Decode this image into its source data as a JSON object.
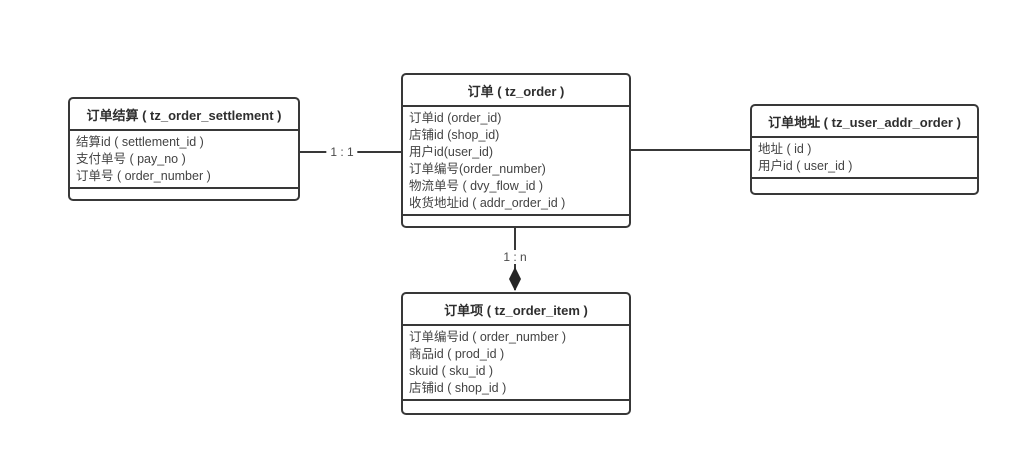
{
  "diagram": {
    "type": "er-diagram",
    "colors": {
      "line": "#383838",
      "text": "#3d3d3d",
      "background": "#ffffff"
    },
    "entities": {
      "settlement": {
        "title": "订单结算 ( tz_order_settlement )",
        "fields": [
          "结算id ( settlement_id )",
          "支付单号 ( pay_no )",
          "订单号 ( order_number )"
        ]
      },
      "order": {
        "title": "订单 ( tz_order )",
        "fields": [
          "订单id (order_id)",
          "店铺id (shop_id)",
          "用户id(user_id)",
          "订单编号(order_number)",
          "物流单号 ( dvy_flow_id )",
          "收货地址id ( addr_order_id )"
        ]
      },
      "address": {
        "title": "订单地址 ( tz_user_addr_order )",
        "fields": [
          "地址 ( id )",
          "用户id ( user_id )"
        ]
      },
      "item": {
        "title": "订单项 ( tz_order_item )",
        "fields": [
          "订单编号id ( order_number )",
          "商品id ( prod_id )",
          "skuid ( sku_id )",
          "店铺id ( shop_id )"
        ]
      }
    },
    "connectors": {
      "settlement_order": {
        "from": "settlement",
        "to": "order",
        "label": "1 : 1"
      },
      "order_address": {
        "from": "order",
        "to": "address",
        "label": ""
      },
      "order_item": {
        "from": "order",
        "to": "item",
        "label": "1 : n",
        "arrow": "filled-diamond"
      }
    }
  }
}
